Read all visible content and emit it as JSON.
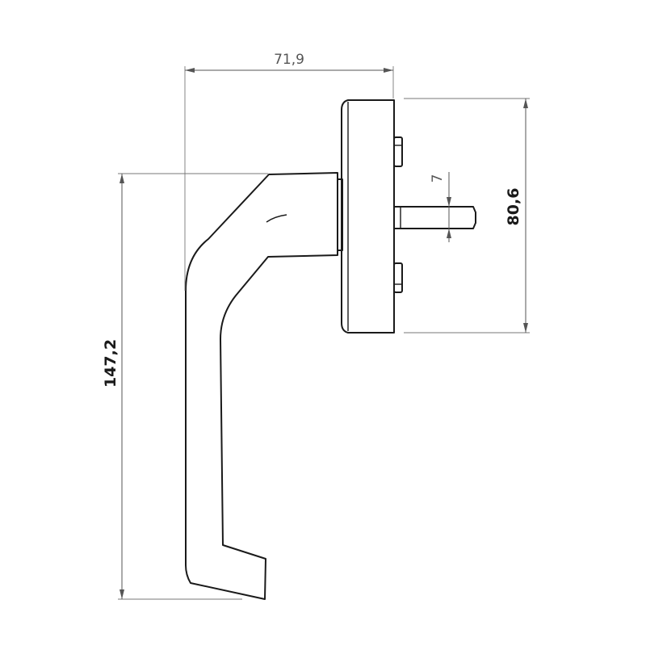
{
  "dimensions": {
    "width_overall": "71,9",
    "rosette_height": "80,6",
    "spindle_size": "7",
    "handle_height": "147,2"
  }
}
